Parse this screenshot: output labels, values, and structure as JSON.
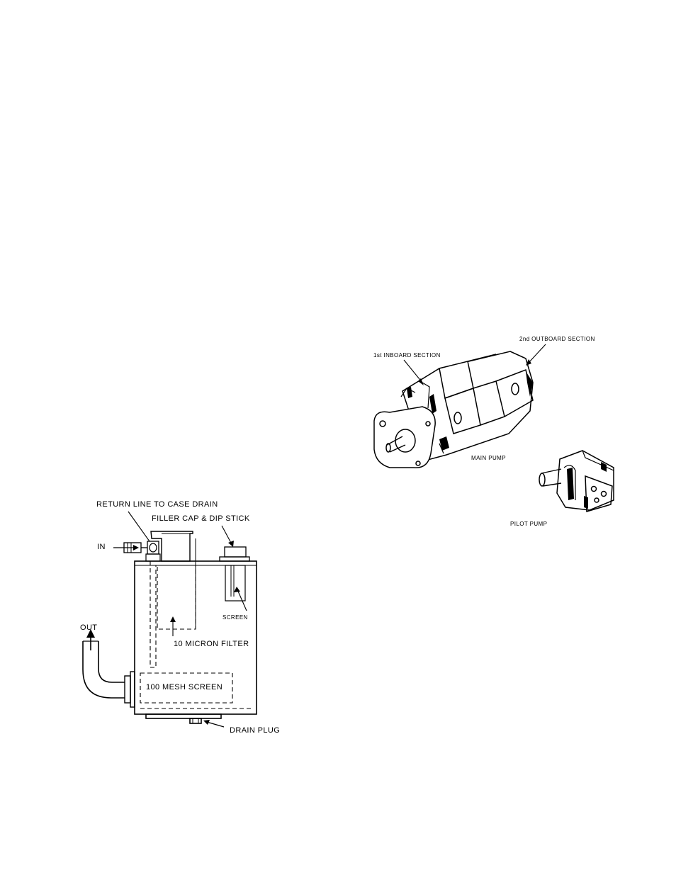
{
  "reservoir": {
    "return_line_label": "RETURN LINE TO CASE DRAIN",
    "filler_cap_label": "FILLER CAP & DIP STICK",
    "in_label": "IN",
    "out_label": "OUT",
    "screen_label": "SCREEN",
    "micron_filter_label": "10 MICRON FILTER",
    "mesh_screen_label": "100 MESH SCREEN",
    "drain_plug_label": "DRAIN PLUG"
  },
  "pumps": {
    "outboard_label": "2nd OUTBOARD SECTION",
    "inboard_label": "1st INBOARD SECTION",
    "main_pump_label": "MAIN PUMP",
    "pilot_pump_label": "PILOT PUMP"
  }
}
